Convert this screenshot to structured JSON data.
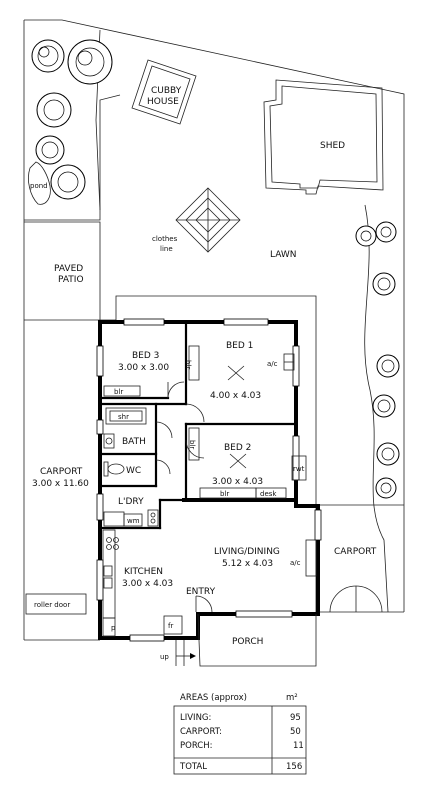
{
  "rooms": {
    "cubby_line1": "CUBBY",
    "cubby_line2": "HOUSE",
    "shed": "SHED",
    "pond": "pond",
    "clothes_line1": "clothes",
    "clothes_line2": "line",
    "lawn": "LAWN",
    "paved_line1": "PAVED",
    "paved_line2": "PATIO",
    "bed3": "BED 3",
    "bed3_size": "3.00 x 3.00",
    "bed1": "BED 1",
    "bed1_size": "4.00 x 4.03",
    "bed2": "BED 2",
    "bed2_size": "3.00 x 4.03",
    "bath": "BATH",
    "wc": "WC",
    "ldry": "L'DRY",
    "kitchen": "KITCHEN",
    "kitchen_size": "3.00 x 4.03",
    "living": "LIVING/DINING",
    "living_size": "5.12 x 4.03",
    "entry": "ENTRY",
    "porch": "PORCH",
    "carport_left": "CARPORT",
    "carport_left_size": "3.00 x 11.60",
    "carport_right": "CARPORT",
    "roller_door": "roller door",
    "up": "up"
  },
  "fixtures": {
    "blr_bed3": "blr",
    "blr_bed1": "blr",
    "blr_bed2": "blr",
    "blr_bed2_bottom": "blr",
    "shr": "shr",
    "ac_bed1": "a/c",
    "ac_living": "a/c",
    "rwt": "rwt",
    "desk": "desk",
    "wm": "wm",
    "p": "p",
    "fr": "fr"
  },
  "areas": {
    "title": "AREAS (approx)",
    "unit": "m²",
    "rows": [
      {
        "label": "LIVING:",
        "value": "95"
      },
      {
        "label": "CARPORT:",
        "value": "50"
      },
      {
        "label": "PORCH:",
        "value": "11"
      }
    ],
    "total_label": "TOTAL",
    "total_value": "156"
  }
}
